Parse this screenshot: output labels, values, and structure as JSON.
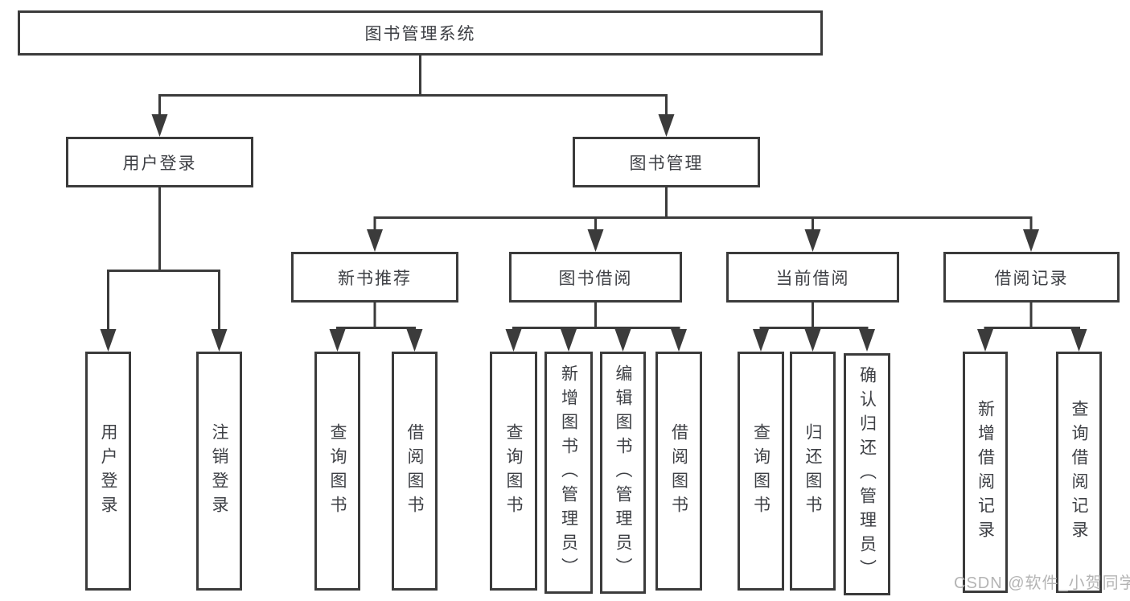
{
  "tree": {
    "label": "图书管理系统",
    "children": [
      {
        "label": "用户登录",
        "children": [
          {
            "label": "用户登录"
          },
          {
            "label": "注销登录"
          }
        ]
      },
      {
        "label": "图书管理",
        "children": [
          {
            "label": "新书推荐",
            "children": [
              {
                "label": "查询图书"
              },
              {
                "label": "借阅图书"
              }
            ]
          },
          {
            "label": "图书借阅",
            "children": [
              {
                "label": "查询图书"
              },
              {
                "label": "新增图书（管理员）"
              },
              {
                "label": "编辑图书（管理员）"
              },
              {
                "label": "借阅图书"
              }
            ]
          },
          {
            "label": "当前借阅",
            "children": [
              {
                "label": "查询图书"
              },
              {
                "label": "归还图书"
              },
              {
                "label": "确认归还（管理员）"
              }
            ]
          },
          {
            "label": "借阅记录",
            "children": [
              {
                "label": "新增借阅记录"
              },
              {
                "label": "查询借阅记录"
              }
            ]
          }
        ]
      }
    ]
  },
  "watermark": "CSDN @软件_小贺同学",
  "colors": {
    "line": "#3b3b3b",
    "text": "#3e4045",
    "watermark": "#b4b4b4",
    "background": "#ffffff"
  }
}
